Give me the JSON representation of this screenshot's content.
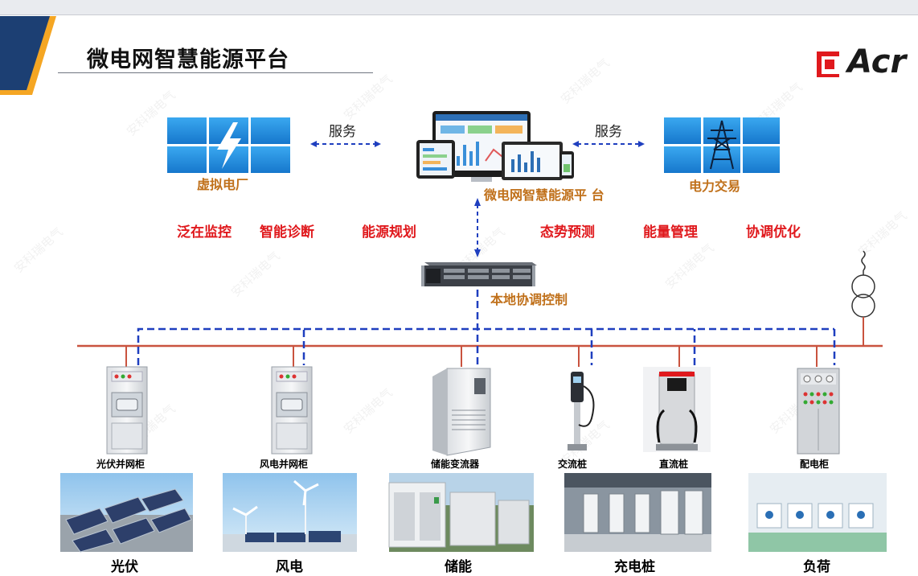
{
  "title": "微电网智慧能源平台",
  "logo_text": "Acr",
  "watermark": "安科瑞电气",
  "platform": {
    "label": "微电网智慧能源平 台",
    "left_node": "虚拟电厂",
    "right_node": "电力交易",
    "left_link": "服务",
    "right_link": "服务"
  },
  "functions": [
    "泛在监控",
    "智能诊断",
    "能源规划",
    "态势预测",
    "能量管理",
    "协调优化"
  ],
  "controller": "本地协调控制",
  "devices": [
    "光伏并网柜",
    "风电并网柜",
    "储能变流器",
    "交流桩",
    "直流桩",
    "配电柜"
  ],
  "categories": [
    "光伏",
    "风电",
    "储能",
    "充电桩",
    "负荷"
  ],
  "colors": {
    "accent_orange": "#c0701a",
    "function_red": "#e0191d",
    "power_line": "#c9533f",
    "comm_line": "#1f3fbf",
    "tile_blue": "#1e8fe0"
  }
}
